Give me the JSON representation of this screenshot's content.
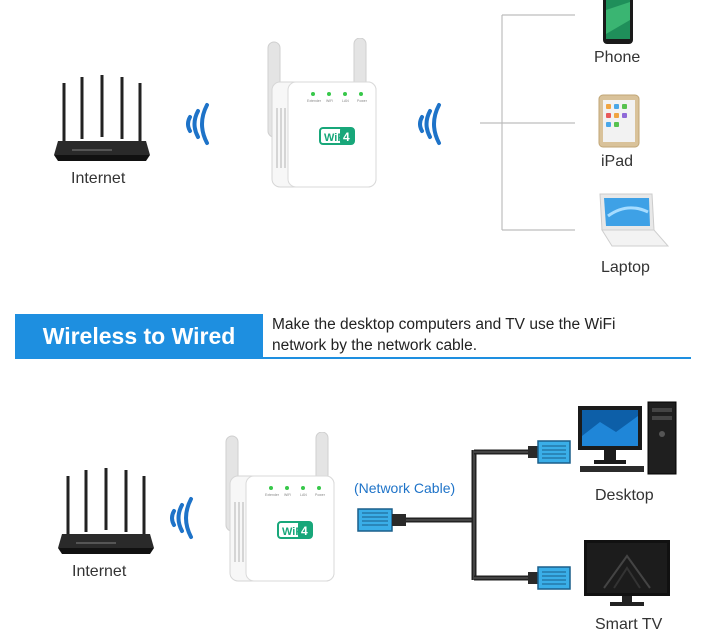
{
  "top_section": {
    "router_label": "Internet",
    "devices": [
      {
        "label": "Phone",
        "icon": "phone-icon"
      },
      {
        "label": "iPad",
        "icon": "ipad-icon"
      },
      {
        "label": "Laptop",
        "icon": "laptop-icon"
      }
    ]
  },
  "banner": {
    "title": "Wireless to Wired",
    "description_line1": "Make the desktop computers and TV use the WiFi",
    "description_line2": "network by the network cable."
  },
  "bottom_section": {
    "router_label": "Internet",
    "cable_label": "(Network Cable)",
    "devices": [
      {
        "label": "Desktop",
        "icon": "desktop-icon"
      },
      {
        "label": "Smart TV",
        "icon": "smart-tv-icon"
      }
    ]
  },
  "extender": {
    "badge_text": "WiFi 4",
    "indicator_labels": [
      "Extender",
      "WiFi",
      "LAN",
      "Power"
    ]
  },
  "colors": {
    "accent": "#1e8fe0",
    "wifi_signal": "#1e73c8",
    "connector": "#3aaee8"
  }
}
